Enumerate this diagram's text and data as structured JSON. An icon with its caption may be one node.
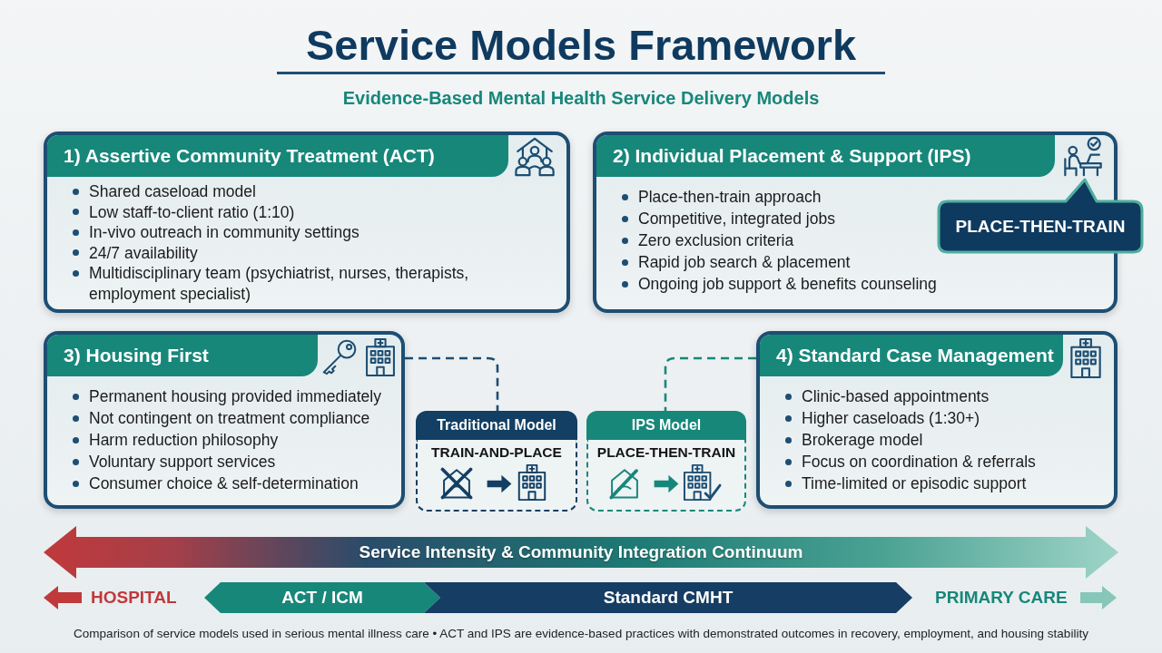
{
  "diagram": {
    "title": "Service Models Framework",
    "caption": "Comparison of service models used in serious mental illness care • ACT and IPS are evidence-based practices with demonstrated outcomes in recovery, employment, and housing stability",
    "nodes": [
      {
        "text": [
          "1) Assertive Community Treatment (ACT)",
          "Shared caseload model",
          "Low staff-to-client ratio (1:10)",
          "In-vivo outreach in community settings",
          "24/7 availability",
          "Multidisciplinary team (psychiatrist, nurses, therapists, employment specialist)"
        ]
      },
      {
        "text": [
          "2) Individual Placement & Support (IPS)",
          "Place-then-train approach",
          "Competitive, integrated jobs",
          "Zero exclusion criteria",
          "Rapid job search & placement",
          "Ongoing job support & benefits counseling"
        ]
      },
      {
        "text": [
          "PLACE-THEN-TRAIN"
        ]
      },
      {
        "text": [
          "3) Housing First",
          "Permanent housing provided immediately",
          "Not contingent on treatment compliance",
          "Harm reduction philosophy",
          "Voluntary support services",
          "Consumer choice & self-determination"
        ]
      },
      {
        "text": [
          "Traditional Model",
          "TRAIN-AND-PLACE"
        ]
      },
      {
        "text": [
          "IPS Model",
          "PLACE-THEN-TRAIN"
        ]
      },
      {
        "text": [
          "4) Standard Case Management",
          "Clinic-based appointments",
          "Higher caseloads (1:30+)",
          "Brokerage model",
          "Focus on coordination & referrals",
          "Time-limited or episodic support"
        ]
      },
      {
        "text": [
          "Service Intensity & Community Integration Continuum"
        ]
      },
      {
        "text": [
          "ACT / ICM"
        ]
      },
      {
        "text": [
          "Standard CMHT"
        ]
      }
    ],
    "edges": [
      {
        "from": 3,
        "to": 4,
        "arrow": "none",
        "style": "dashed",
        "color": "#1d4e73"
      },
      {
        "from": 6,
        "to": 5,
        "arrow": "none",
        "style": "dashed",
        "color": "#17877a"
      }
    ],
    "labels": [
      "Evidence-Based Mental Health Service Delivery Models",
      "HOSPITAL",
      "PRIMARY CARE"
    ]
  }
}
